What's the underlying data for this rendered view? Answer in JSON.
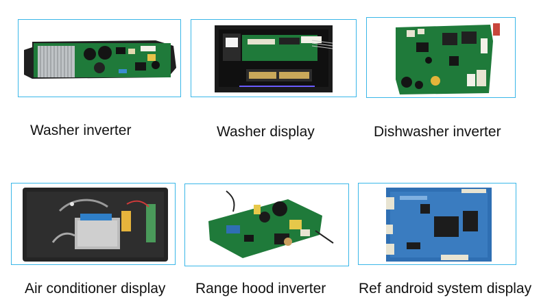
{
  "items": [
    {
      "caption": "Washer inverter",
      "image_icon": "pcb-photo"
    },
    {
      "caption": "Washer display",
      "image_icon": "pcb-photo"
    },
    {
      "caption": "Dishwasher inverter",
      "image_icon": "pcb-photo"
    },
    {
      "caption": "Air conditioner display",
      "image_icon": "pcb-photo"
    },
    {
      "caption": "Range hood inverter",
      "image_icon": "pcb-photo"
    },
    {
      "caption": "Ref android system display",
      "image_icon": "pcb-photo"
    }
  ],
  "colors": {
    "frame_border": "#38b6e8",
    "pcb_green": "#1f7a3a",
    "pcb_blue": "#2f6fb3",
    "text": "#111111"
  }
}
